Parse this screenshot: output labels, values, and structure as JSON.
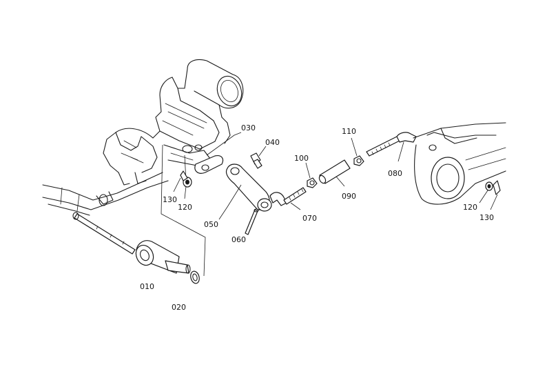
{
  "diagram": {
    "callouts": {
      "c010": "010",
      "c020": "020",
      "c030": "030",
      "c040": "040",
      "c050": "050",
      "c060": "060",
      "c070": "070",
      "c080": "080",
      "c090": "090",
      "c100": "100",
      "c110": "110",
      "c120_left": "120",
      "c130_left": "130",
      "c120_right": "120",
      "c130_right": "130"
    }
  }
}
